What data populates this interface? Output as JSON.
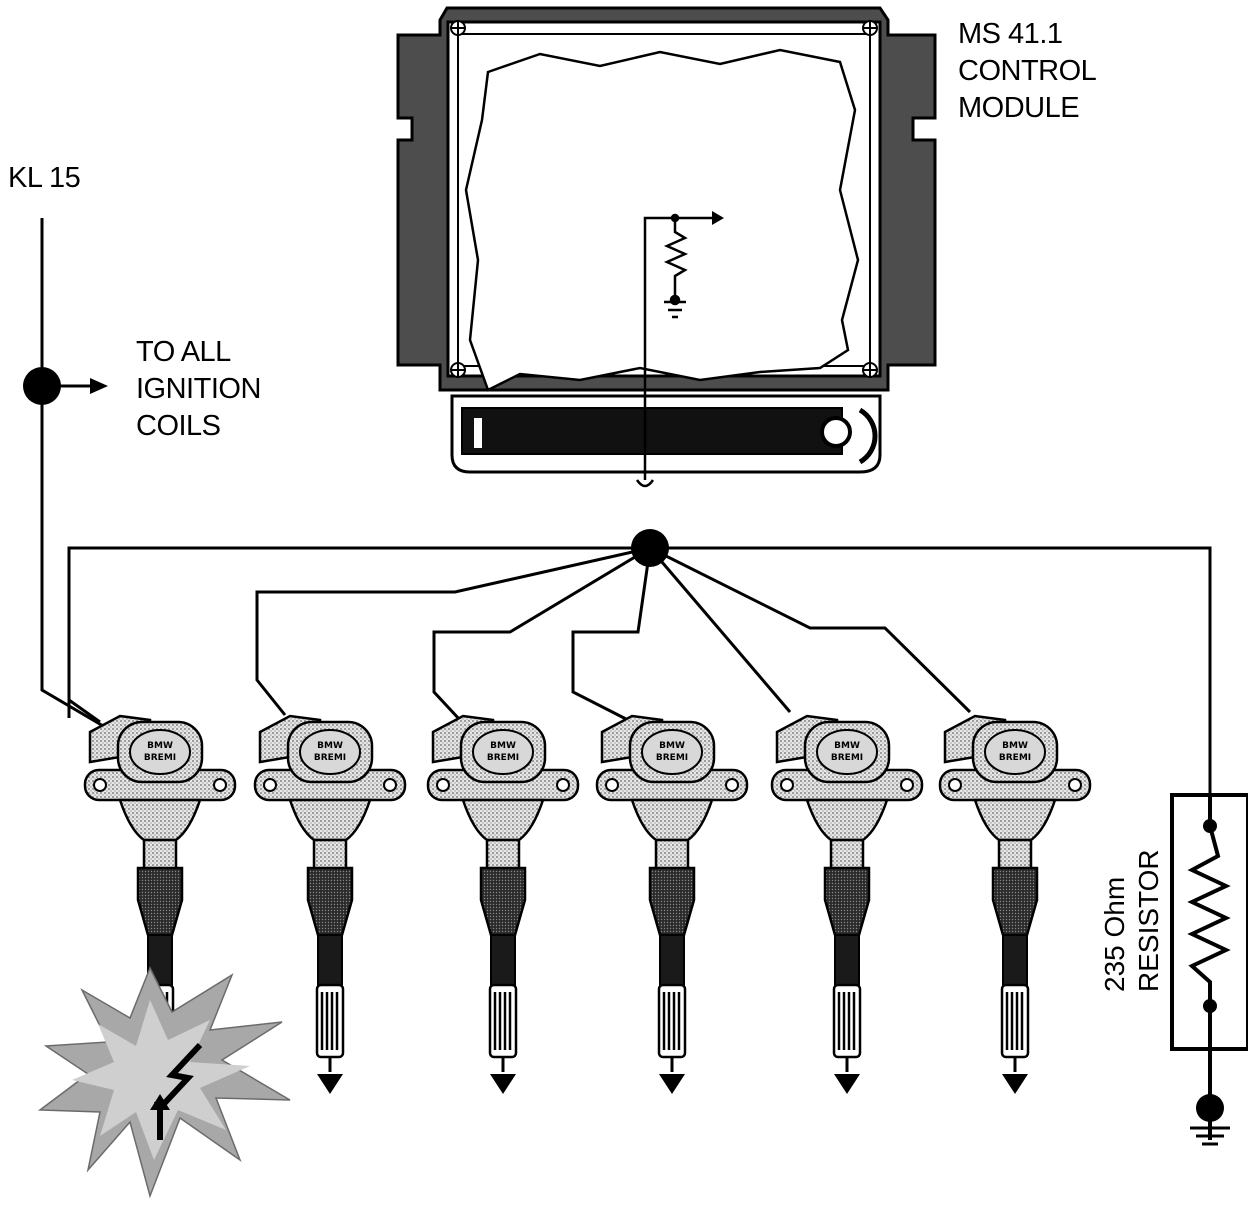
{
  "labels": {
    "module": {
      "line1": "MS 41.1",
      "line2": "CONTROL",
      "line3": "MODULE"
    },
    "supply": "KL 15",
    "to_coils": {
      "line1": "TO ALL",
      "line2": "IGNITION",
      "line3": "COILS"
    },
    "resistor": {
      "line1": "235 Ohm",
      "line2": "RESISTOR"
    },
    "coil_cap": {
      "line1": "BMW",
      "line2": "BREMI"
    }
  },
  "coils": [
    {
      "id": 1,
      "misfire": true
    },
    {
      "id": 2,
      "misfire": false
    },
    {
      "id": 3,
      "misfire": false
    },
    {
      "id": 4,
      "misfire": false
    },
    {
      "id": 5,
      "misfire": false
    },
    {
      "id": 6,
      "misfire": false
    }
  ],
  "colors": {
    "line": "#000000",
    "coil_body": "#bcbcbc",
    "coil_dark": "#3a3a3a",
    "spark": "#9a9a9a",
    "module_frame": "#555555"
  }
}
